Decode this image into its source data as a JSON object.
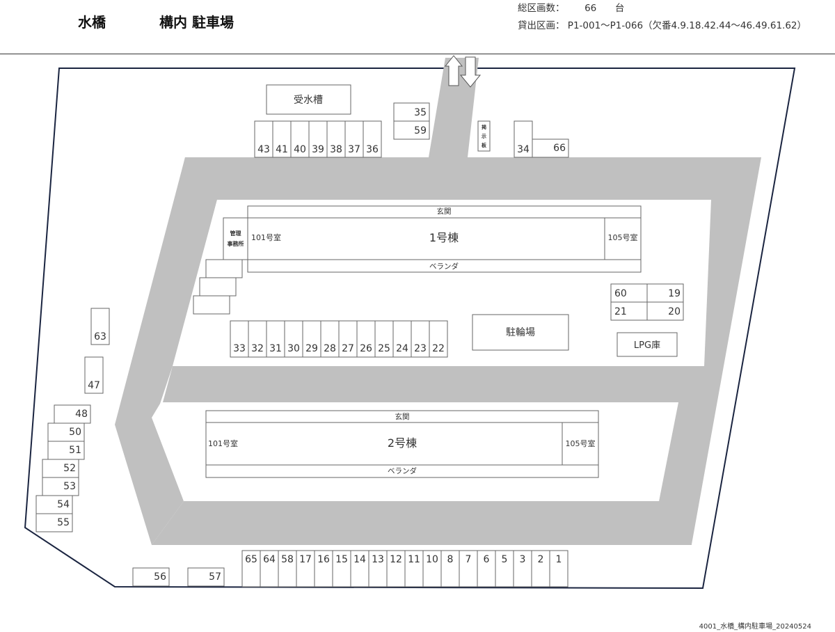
{
  "header": {
    "location": "水橋",
    "facility": "構内 駐車場",
    "total_label": "総区画数：",
    "total_value": "66",
    "total_unit": "台",
    "rental_label": "貸出区画：",
    "rental_value": "P1-001〜P1-066（欠番4.9.18.42.44〜46.49.61.62）"
  },
  "footer": {
    "file_label": "4001_水橋_構内駐車場_20240524"
  },
  "colors": {
    "boundary": "#1a2440",
    "road": "#c0c0c0",
    "box_border": "#666666"
  },
  "facilities": {
    "water_tank": "受水槽",
    "bulletin_board": [
      "掲",
      "示",
      "板"
    ],
    "management_office": [
      "管理",
      "事務所"
    ],
    "bicycle_parking": "駐輪場",
    "lpg_storage": "LPG庫"
  },
  "buildings": [
    {
      "name": "1号棟",
      "entrance": "玄関",
      "veranda": "ベランダ",
      "room_left": "101号室",
      "room_right": "105号室"
    },
    {
      "name": "2号棟",
      "entrance": "玄関",
      "veranda": "ベランダ",
      "room_left": "101号室",
      "room_right": "105号室"
    }
  ],
  "spaces": {
    "top_row": [
      "43",
      "41",
      "40",
      "39",
      "38",
      "37",
      "36"
    ],
    "top_stack": [
      "35",
      "59"
    ],
    "top_right": [
      "34",
      "66"
    ],
    "mid_row": [
      "33",
      "32",
      "31",
      "30",
      "29",
      "28",
      "27",
      "26",
      "25",
      "24",
      "23",
      "22"
    ],
    "right_grid": [
      "60",
      "19",
      "21",
      "20"
    ],
    "left_column": [
      "63",
      "47",
      "48",
      "50",
      "51",
      "52",
      "53",
      "54",
      "55"
    ],
    "bottom_single": [
      "56",
      "57"
    ],
    "bottom_row": [
      "65",
      "64",
      "58",
      "17",
      "16",
      "15",
      "14",
      "13",
      "12",
      "11",
      "10",
      "8",
      "7",
      "6",
      "5",
      "3",
      "2",
      "1"
    ]
  }
}
